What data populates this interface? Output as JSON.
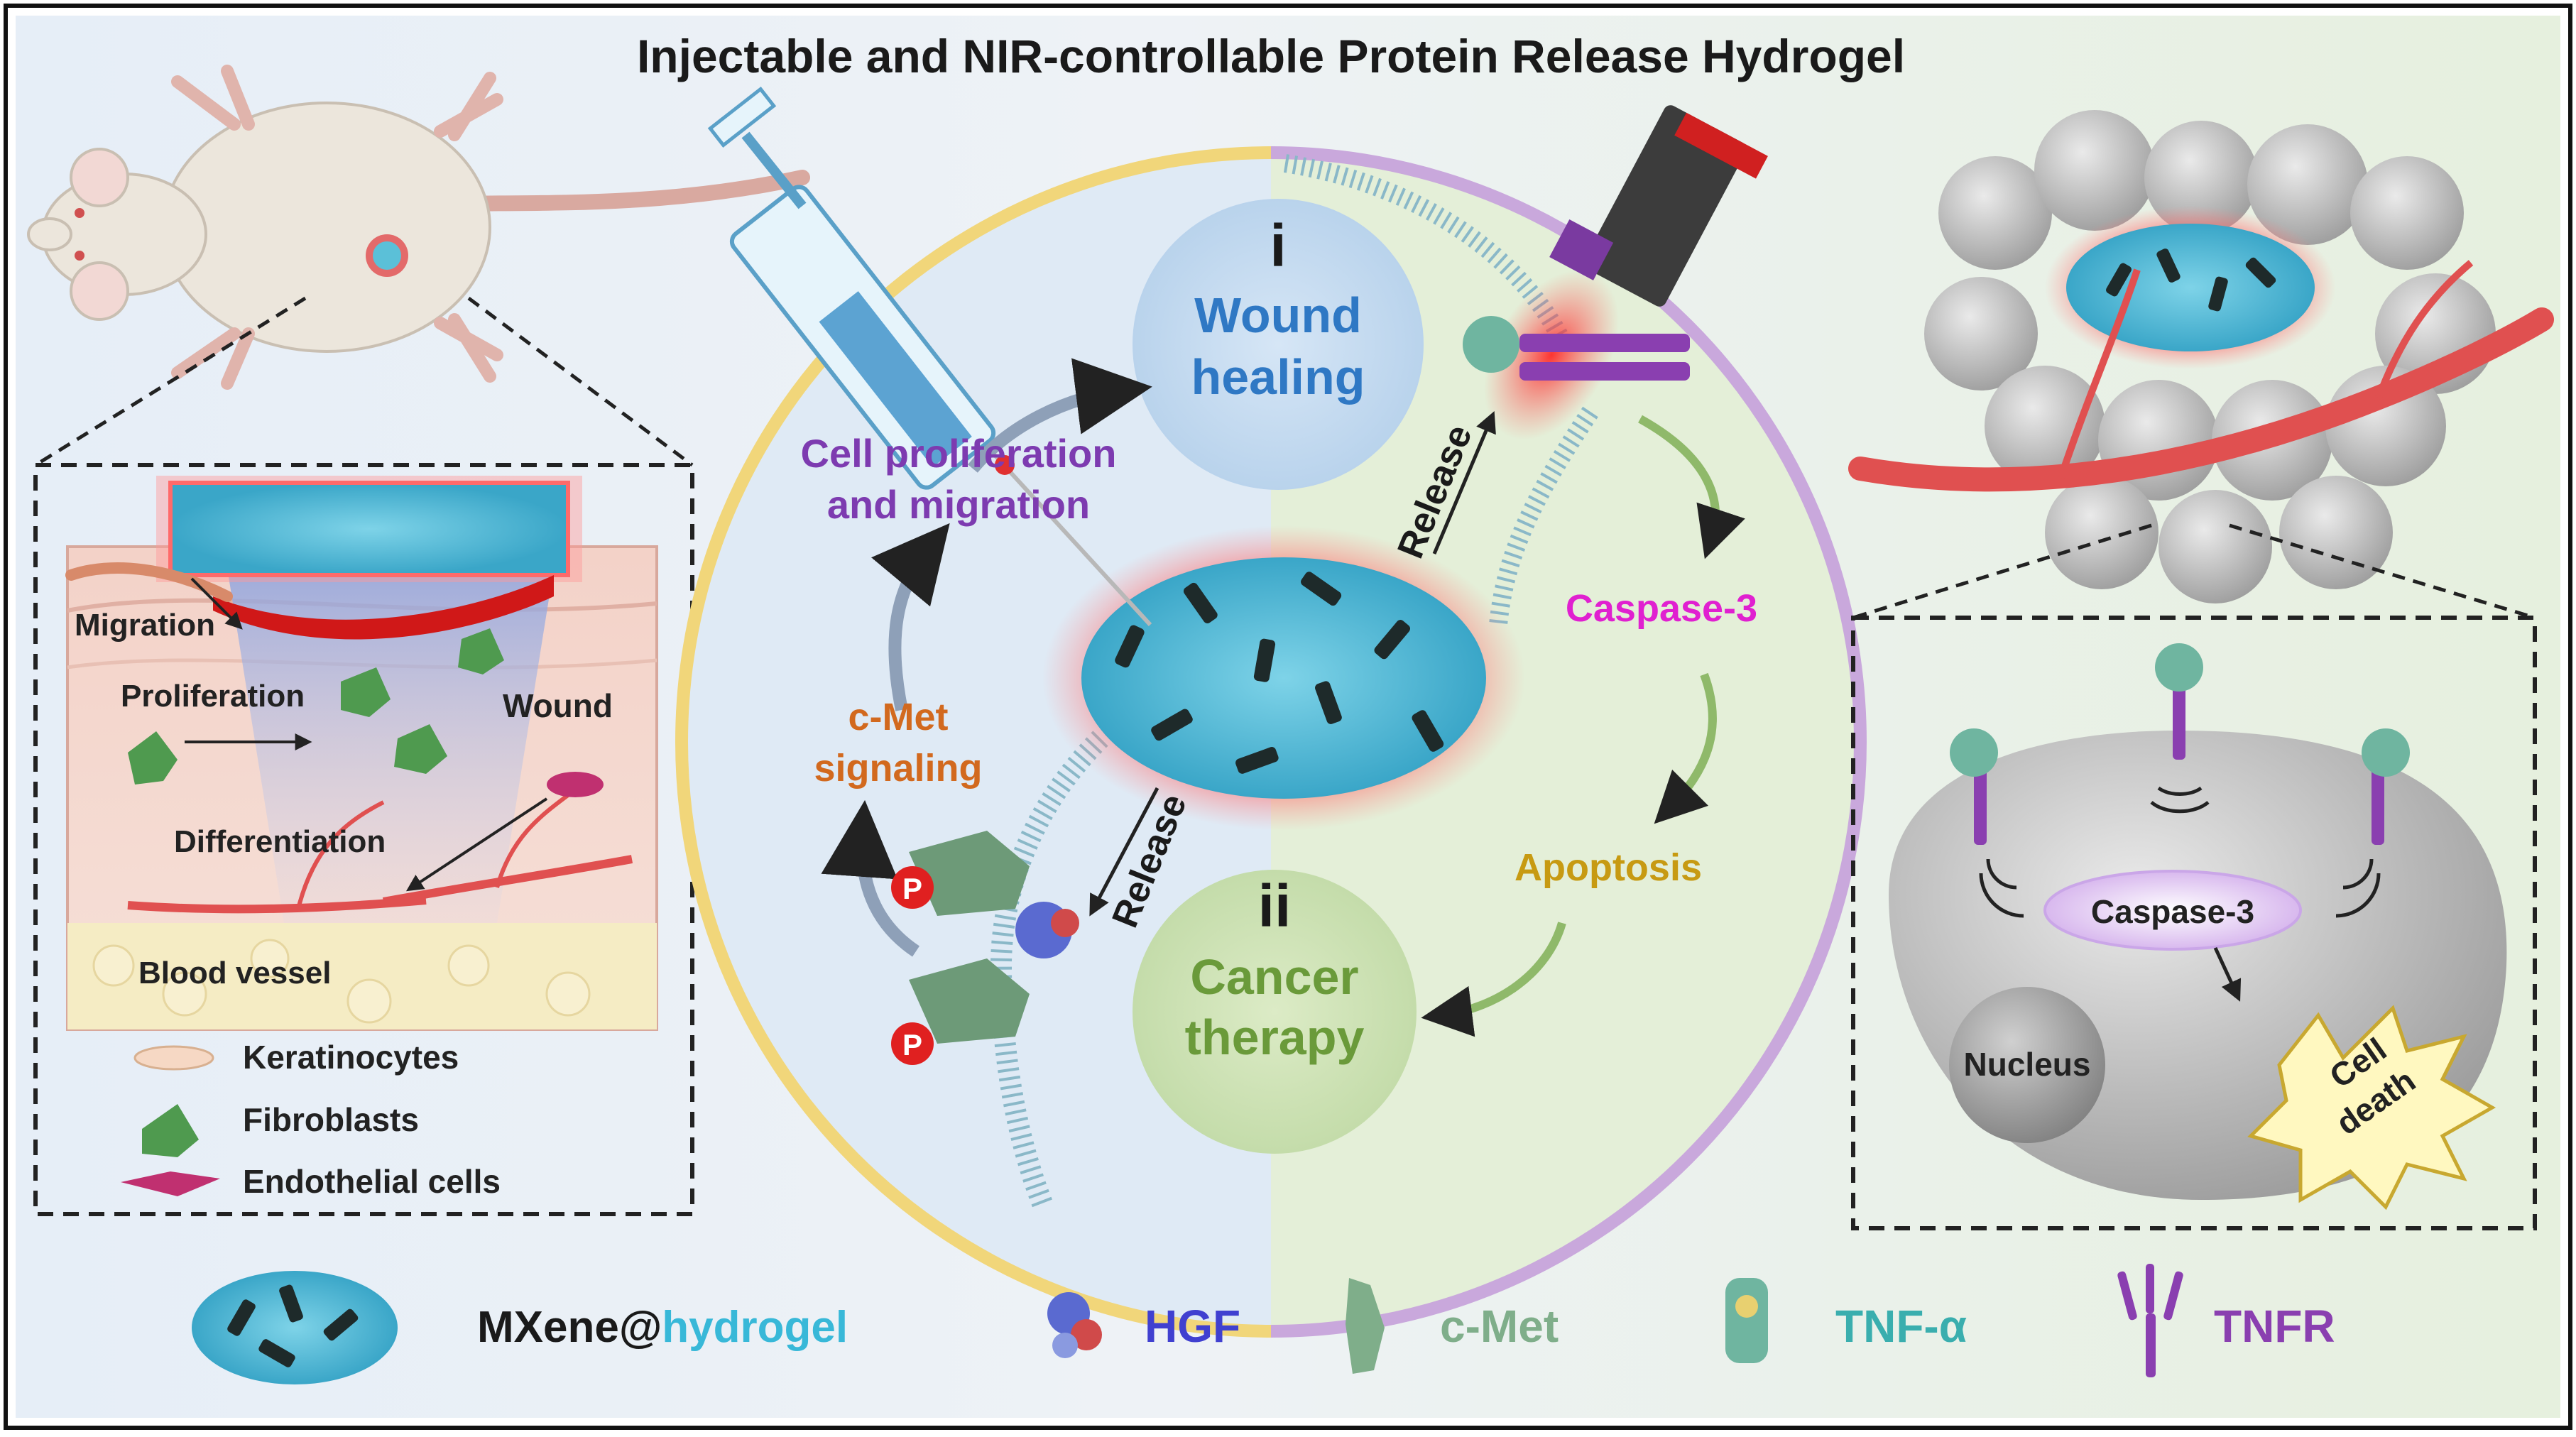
{
  "title": "Injectable and NIR-controllable Protein Release Hydrogel",
  "center": {
    "wound_healing": {
      "numeral": "i",
      "line1": "Wound",
      "line2": "healing"
    },
    "cancer_therapy": {
      "numeral": "ii",
      "line1": "Cancer",
      "line2": "therapy"
    },
    "cell_proliferation": {
      "line1": "Cell proliferation",
      "line2": "and migration"
    },
    "cmet_signaling": {
      "line1": "c-Met",
      "line2": "signaling"
    },
    "release_top": "Release",
    "release_bottom": "Release",
    "caspase": "Caspase-3",
    "apoptosis": "Apoptosis",
    "p_label": "P"
  },
  "wound_panel": {
    "migration": "Migration",
    "proliferation": "Proliferation",
    "wound": "Wound",
    "differentiation": "Differentiation",
    "blood_vessel": "Blood vessel",
    "legend": [
      "Keratinocytes",
      "Fibroblasts",
      "Endothelial cells"
    ]
  },
  "tumor_panel": {
    "caspase": "Caspase-3",
    "nucleus": "Nucleus",
    "cell_death_line1": "Cell",
    "cell_death_line2": "death"
  },
  "legend": {
    "mxene": "MXene@",
    "hydrogel": "hydrogel",
    "hgf": "HGF",
    "cmet": "c-Met",
    "tnf": "TNF-α",
    "tnfr": "TNFR"
  },
  "colors": {
    "title": "#1a1a1a",
    "wound_healing": "#2f78c4",
    "cancer_therapy": "#6a9a3a",
    "proliferation": "#7d3bb0",
    "cmet_signaling": "#d2691e",
    "caspase": "#e020d0",
    "apoptosis": "#c79a12",
    "hgf": "#4040d0",
    "cmet": "#7fae8a",
    "tnf": "#3aaeae",
    "tnfr": "#8a3fb0",
    "hydrogel": "#38b8d8"
  }
}
